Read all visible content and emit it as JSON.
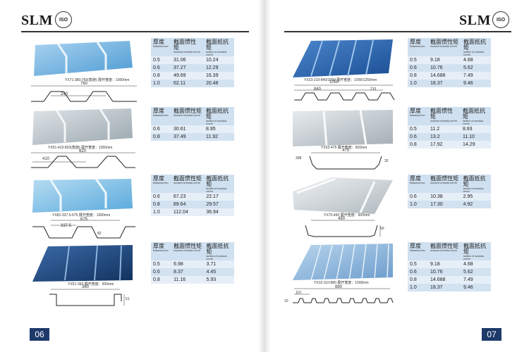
{
  "brand": {
    "logo_text": "SLM",
    "iso_text": "ISO"
  },
  "headers": {
    "thickness": "厚度",
    "thickness_sub": "thickness mm",
    "inertia": "截面惯性矩",
    "inertia_sub": "moment of inertia cm⁴/m",
    "modulus": "截面抵抗矩",
    "modulus_sub": "section of modulus cm³/m"
  },
  "left_page": {
    "page_number": "06",
    "products": [
      {
        "caption": "YX71-380-760(角驰) 展开宽度：1000mm",
        "dims": [
          "760",
          "240"
        ],
        "rows": [
          [
            "0.5",
            "31.06",
            "10.24"
          ],
          [
            "0.6",
            "37.27",
            "12.29"
          ],
          [
            "0.8",
            "49.69",
            "16.39"
          ],
          [
            "1.0",
            "62.11",
            "20.48"
          ]
        ]
      },
      {
        "caption": "YX51-410-820(角驰) 展开宽度：1000mm",
        "dims": [
          "820",
          "410"
        ],
        "rows": [
          [
            "0.6",
            "30.61",
            "8.95"
          ],
          [
            "0.8",
            "37.49",
            "11.92"
          ]
        ]
      },
      {
        "caption": "YX82-337.5-675 展开宽度：1000mm",
        "dims": [
          "675",
          "337.5",
          "82"
        ],
        "rows": [
          [
            "0.6",
            "67.23",
            "22.17"
          ],
          [
            "0.8",
            "89.64",
            "29.57"
          ],
          [
            "1.0",
            "112.04",
            "36.94"
          ]
        ]
      },
      {
        "caption": "YX51-360 展开宽度：500mm",
        "dims": [
          "360",
          "51"
        ],
        "rows": [
          [
            "0.5",
            "6.98",
            "3.71"
          ],
          [
            "0.6",
            "8.37",
            "4.45"
          ],
          [
            "0.8",
            "11.16",
            "5.93"
          ]
        ]
      }
    ]
  },
  "right_page": {
    "page_number": "07",
    "products": [
      {
        "caption": "YX23-210-840/1050 展开宽度：1000/1250mm",
        "dims": [
          "1050",
          "840",
          "210"
        ],
        "rows": [
          [
            "0.5",
            "9.18",
            "4.68"
          ],
          [
            "0.6",
            "10.76",
            "5.62"
          ],
          [
            "0.8",
            "14.688",
            "7.49"
          ],
          [
            "1.0",
            "18.37",
            "9.46"
          ]
        ]
      },
      {
        "caption": "YX32-475 展开宽度：600mm",
        "dims": [
          "475",
          "308",
          "32"
        ],
        "rows": [
          [
            "0.5",
            "11.2",
            "8.93"
          ],
          [
            "0.6",
            "13.2",
            "11.10"
          ],
          [
            "0.8",
            "17.92",
            "14.29"
          ]
        ]
      },
      {
        "caption": "YX75-490 展开宽度：600mm",
        "dims": [
          "490",
          "60"
        ],
        "rows": [
          [
            "0.6",
            "10.38",
            "2.95"
          ],
          [
            "1.0",
            "17.30",
            "4.92"
          ]
        ]
      },
      {
        "caption": "YX10-110-880 展开宽度：1000mm",
        "dims": [
          "880",
          "110",
          "10"
        ],
        "rows": [
          [
            "0.5",
            "9.18",
            "4.68"
          ],
          [
            "0.6",
            "10.76",
            "5.62"
          ],
          [
            "0.8",
            "14.688",
            "7.49"
          ],
          [
            "1.0",
            "18.37",
            "9.46"
          ]
        ]
      }
    ]
  }
}
